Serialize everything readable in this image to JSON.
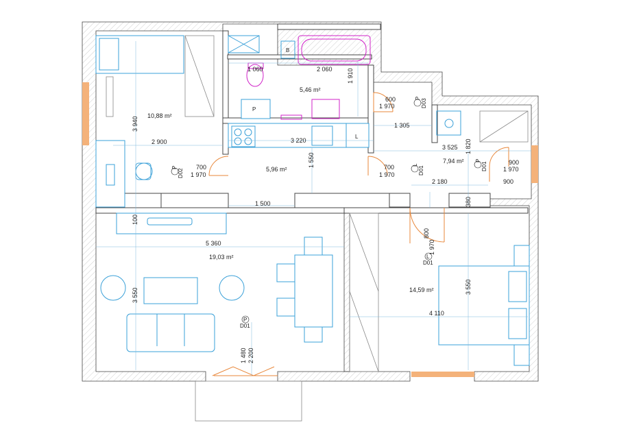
{
  "rooms": [
    {
      "id": "bedroom-left",
      "area": "10,88 m²"
    },
    {
      "id": "bathroom",
      "area": "5,46 m²"
    },
    {
      "id": "kitchen-hall",
      "area": "5,96 m²"
    },
    {
      "id": "corridor",
      "area": "7,94 m²"
    },
    {
      "id": "living",
      "area": "19,03 m²"
    },
    {
      "id": "bedroom-right",
      "area": "14,59 m²"
    }
  ],
  "dimensions": [
    "1 060",
    "2 060",
    "1 910",
    "600",
    "1 970",
    "1 305",
    "2 900",
    "3 220",
    "3 525",
    "1 820",
    "3 940",
    "700",
    "1 970",
    "1 550",
    "700",
    "1 970",
    "900",
    "1 970",
    "2 180",
    "900",
    "1 500",
    "380",
    "100",
    "5 360",
    "800",
    "1 970",
    "3 550",
    "3 550",
    "4 110",
    "1 480",
    "2 200"
  ],
  "door_tags": [
    {
      "id": "d03",
      "top": "P",
      "bottom": "D03"
    },
    {
      "id": "d02",
      "top": "P",
      "bottom": "D02"
    },
    {
      "id": "d01-kitchen",
      "top": "L",
      "bottom": "D01"
    },
    {
      "id": "d01-corridor",
      "top": "P",
      "bottom": "D01"
    },
    {
      "id": "d01-bedroom",
      "top": "L",
      "bottom": "D01"
    },
    {
      "id": "d01-living",
      "top": "P",
      "bottom": "D01"
    }
  ],
  "fixtures": {
    "boiler": "B",
    "fridge": "P",
    "washer": "L"
  },
  "colors": {
    "walls": "#444444",
    "furniture": "#3aa0d8",
    "plumbing": "#d020c8",
    "doors": "#e8873a",
    "dimensions": "#222222"
  }
}
